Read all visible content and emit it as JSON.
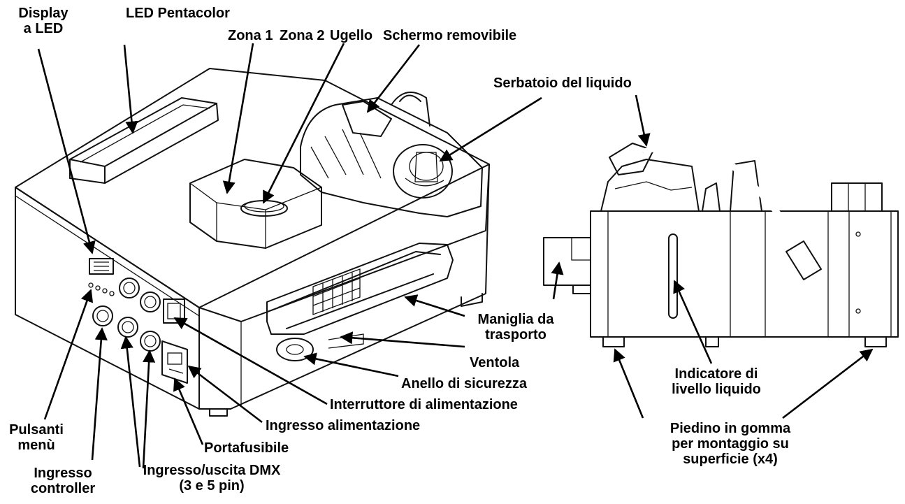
{
  "labels": {
    "display": [
      "Display",
      "a LED"
    ],
    "led_pentacolor": "LED Pentacolor",
    "zona1": "Zona 1",
    "zona2": "Zona 2",
    "ugello": "Ugello",
    "schermo": "Schermo removibile",
    "serbatoio": "Serbatoio del liquido",
    "maniglia": [
      "Maniglia da",
      "trasporto"
    ],
    "ventola": "Ventola",
    "anello": "Anello di sicurezza",
    "interruttore": "Interruttore di alimentazione",
    "ingresso_alim": "Ingresso alimentazione",
    "portafusibile": "Portafusibile",
    "dmx": [
      "Ingresso/uscita DMX",
      "(3 e 5 pin)"
    ],
    "pulsanti": [
      "Pulsanti",
      "menù"
    ],
    "controller": [
      "Ingresso",
      "controller"
    ],
    "indicatore": [
      "Indicatore di",
      "livello liquido"
    ],
    "piedino": [
      "Piedino in gomma",
      "per montaggio su",
      "superficie (x4)"
    ]
  }
}
